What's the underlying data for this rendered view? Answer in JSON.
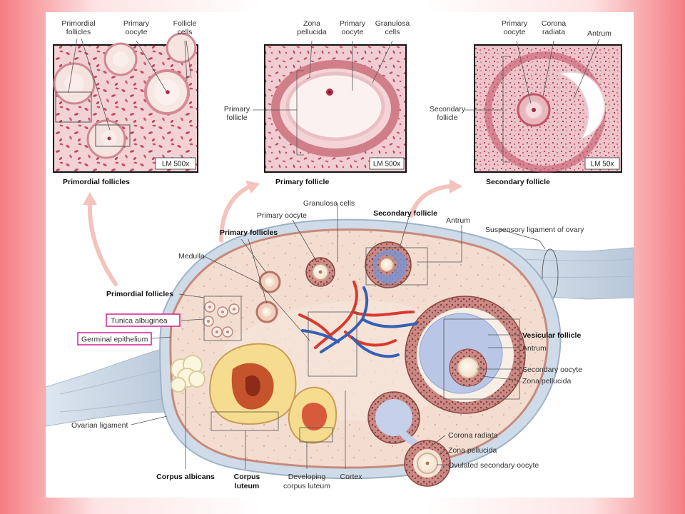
{
  "micrographs": [
    {
      "id": "primordial",
      "caption": "Primordial follicles",
      "magnification": "LM 500x",
      "labels": {
        "a": [
          "Primordial",
          "follicles"
        ],
        "b": [
          "Primary",
          "oocyte"
        ],
        "c": [
          "Follicle",
          "cells"
        ]
      }
    },
    {
      "id": "primary",
      "caption": "Primary follicle",
      "magnification": "LM 500x",
      "labels": {
        "a": [
          "Zona",
          "pellucida"
        ],
        "b": [
          "Primary",
          "oocyte"
        ],
        "c": [
          "Granulosa",
          "cells"
        ],
        "side": [
          "Primary",
          "follicle"
        ]
      }
    },
    {
      "id": "secondary",
      "caption": "Secondary follicle",
      "magnification": "LM 50x",
      "labels": {
        "a": [
          "Primary",
          "oocyte"
        ],
        "b": [
          "Corona",
          "radiata"
        ],
        "c": [
          "Antrum"
        ],
        "side": [
          "Secondary",
          "follicle"
        ]
      }
    }
  ],
  "ovary_labels": {
    "granulosa_cells": "Granulosa cells",
    "primary_oocyte": "Primary oocyte",
    "secondary_follicle": "Secondary follicle",
    "antrum_top": "Antrum",
    "suspensory_ligament": "Suspensory ligament of ovary",
    "primary_follicles": "Primary follicles",
    "medulla": "Medulla",
    "primordial_follicles": "Primordial follicles",
    "tunica_albuginea": "Tunica albuginea",
    "germinal_epithelium": "Germinal epithelium",
    "ovarian_ligament": "Ovarian ligament",
    "vesicular_follicle": "Vesicular follicle",
    "antrum_right": "Antrum",
    "secondary_oocyte": "Secondary oocyte",
    "zona_pellucida_right": "Zona pellucida",
    "corona_radiata": "Corona radiata",
    "zona_pellucida_bottom": "Zona pellucida",
    "ovulated_secondary_oocyte": "Ovulated secondary oocyte",
    "corpus_albicans": "Corpus albicans",
    "corpus_luteum": [
      "Corpus",
      "luteum"
    ],
    "developing_corpus_luteum": [
      "Developing",
      "corpus luteum"
    ],
    "cortex": "Cortex"
  },
  "colors": {
    "slide_edge": "#f47d83",
    "tissue_pink": "#f0c9cd",
    "stroma": "#f2dccf",
    "tunica": "#c8d6e4",
    "corpus_yellow": "#f6dc8e",
    "artery": "#d93a30",
    "vein": "#3461b8",
    "antrum_blue": "#b9c6e6",
    "highlight_box": "#d4208e"
  }
}
